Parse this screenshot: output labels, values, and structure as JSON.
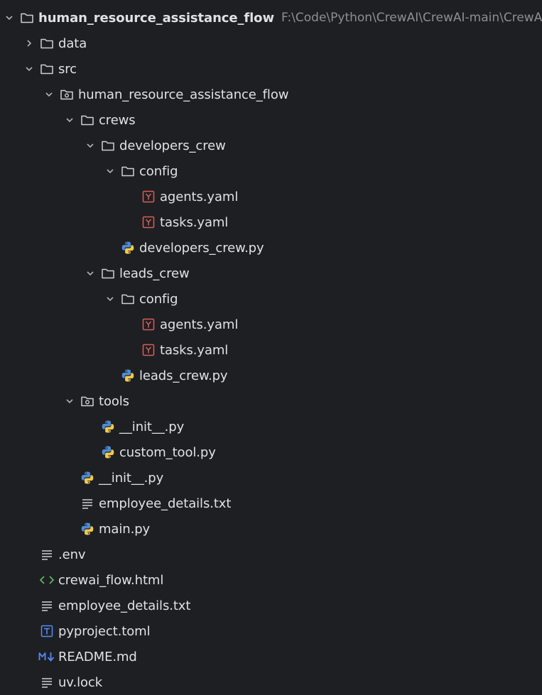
{
  "project_tree": {
    "root": {
      "label": "human_resource_assistance_flow",
      "path": "F:\\Code\\Python\\CrewAI\\CrewAI-main\\CrewAI-main\\examples\\flows\\human_resource_assistance_flow"
    },
    "items": [
      {
        "label": "data",
        "icon": "folder-icon",
        "expanded": false
      },
      {
        "label": "src",
        "icon": "folder-icon",
        "expanded": true
      },
      {
        "label": "human_resource_assistance_flow",
        "icon": "package-folder-icon",
        "expanded": true
      },
      {
        "label": "crews",
        "icon": "folder-icon",
        "expanded": true
      },
      {
        "label": "developers_crew",
        "icon": "folder-icon",
        "expanded": true
      },
      {
        "label": "config",
        "icon": "folder-icon",
        "expanded": true
      },
      {
        "label": "agents.yaml",
        "icon": "yaml-icon"
      },
      {
        "label": "tasks.yaml",
        "icon": "yaml-icon"
      },
      {
        "label": "developers_crew.py",
        "icon": "python-icon"
      },
      {
        "label": "leads_crew",
        "icon": "folder-icon",
        "expanded": true
      },
      {
        "label": "config",
        "icon": "folder-icon",
        "expanded": true
      },
      {
        "label": "agents.yaml",
        "icon": "yaml-icon"
      },
      {
        "label": "tasks.yaml",
        "icon": "yaml-icon"
      },
      {
        "label": "leads_crew.py",
        "icon": "python-icon"
      },
      {
        "label": "tools",
        "icon": "package-folder-icon",
        "expanded": true
      },
      {
        "label": "__init__.py",
        "icon": "python-icon"
      },
      {
        "label": "custom_tool.py",
        "icon": "python-icon"
      },
      {
        "label": "__init__.py",
        "icon": "python-icon"
      },
      {
        "label": "employee_details.txt",
        "icon": "text-file-icon"
      },
      {
        "label": "main.py",
        "icon": "python-icon"
      },
      {
        "label": ".env",
        "icon": "text-file-icon"
      },
      {
        "label": "crewai_flow.html",
        "icon": "html-icon"
      },
      {
        "label": "employee_details.txt",
        "icon": "text-file-icon"
      },
      {
        "label": "pyproject.toml",
        "icon": "toml-icon"
      },
      {
        "label": "README.md",
        "icon": "markdown-icon"
      },
      {
        "label": "uv.lock",
        "icon": "text-file-icon"
      }
    ]
  },
  "colors": {
    "background": "#1e1f22",
    "text": "#dfe1e5",
    "path_text": "#8c8f94",
    "yaml": "#db5c5c",
    "python_blue": "#4c8cd6",
    "python_yellow": "#f2c94c",
    "html": "#5fb865",
    "toml": "#548af7",
    "markdown": "#548af7"
  }
}
